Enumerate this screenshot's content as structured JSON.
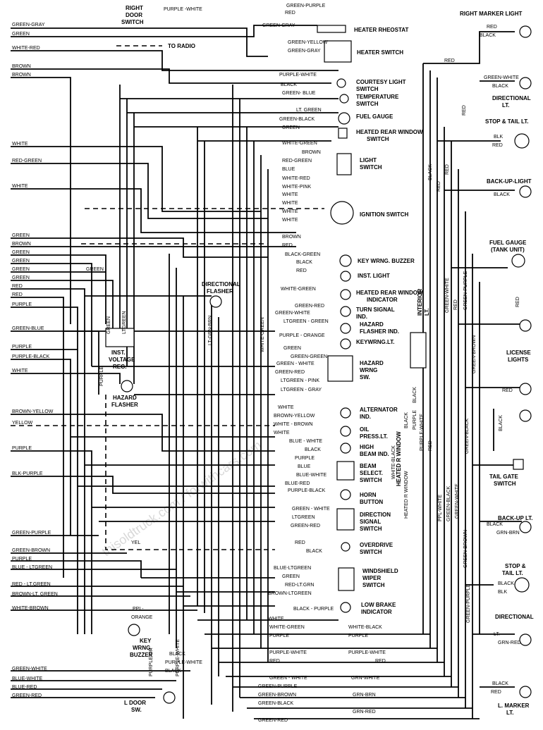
{
  "watermark": "thisoldtruck.com / forwithcars.com",
  "colors": {
    "wire": "#000000",
    "paper": "#ffffff"
  },
  "left_wires": [
    {
      "id": "w1",
      "label": "GREEN-GRAY"
    },
    {
      "id": "w2",
      "label": "GREEN"
    },
    {
      "id": "w3",
      "label": "WHITE-RED"
    },
    {
      "id": "w4",
      "label": "BROWN"
    },
    {
      "id": "w5",
      "label": "BROWN"
    },
    {
      "id": "w6",
      "label": "WHITE"
    },
    {
      "id": "w7",
      "label": "RED-GREEN"
    },
    {
      "id": "w8",
      "label": "WHITE"
    },
    {
      "id": "w9",
      "label": "GREEN"
    },
    {
      "id": "w10",
      "label": "BROWN"
    },
    {
      "id": "w11",
      "label": "GREEN"
    },
    {
      "id": "w12",
      "label": "GREEN"
    },
    {
      "id": "w13",
      "label": "GREEN"
    },
    {
      "id": "w14",
      "label": "GREEN"
    },
    {
      "id": "w15",
      "label": "RED"
    },
    {
      "id": "w16",
      "label": "RED"
    },
    {
      "id": "w17",
      "label": "PURPLE"
    },
    {
      "id": "w18",
      "label": "GREEN-BLUE"
    },
    {
      "id": "w19",
      "label": "PURPLE"
    },
    {
      "id": "w20",
      "label": "PURPLE-BLACK"
    },
    {
      "id": "w21",
      "label": "WHITE"
    },
    {
      "id": "w22",
      "label": "BROWN-YELLOW"
    },
    {
      "id": "w23",
      "label": "YELLOW"
    },
    {
      "id": "w24",
      "label": "PURPLE"
    },
    {
      "id": "w25",
      "label": "BLK-PURPLE"
    },
    {
      "id": "w26",
      "label": "GREEN-PURPLE"
    },
    {
      "id": "w27",
      "label": "GREEN-BROWN"
    },
    {
      "id": "w28",
      "label": "PURPLE"
    },
    {
      "id": "w29",
      "label": "BLUE - LTGREEN"
    },
    {
      "id": "w30",
      "label": "RED - LT.GREEN"
    },
    {
      "id": "w31",
      "label": "BROWN-LT. GREEN"
    },
    {
      "id": "w32",
      "label": "WHITE-BROWN"
    },
    {
      "id": "w33",
      "label": "GREEN-WHITE"
    },
    {
      "id": "w34",
      "label": "BLUE-WHITE"
    },
    {
      "id": "w35",
      "label": "BLUE-RED"
    },
    {
      "id": "w36",
      "label": "GREEN-RED"
    }
  ],
  "components": [
    {
      "id": "c1",
      "label": "HEATER RHEOSTAT"
    },
    {
      "id": "c2",
      "label": "HEATER SWITCH"
    },
    {
      "id": "c3",
      "label": "COURTESY LIGHT"
    },
    {
      "id": "c3b",
      "label": "SWITCH"
    },
    {
      "id": "c4",
      "label": "TEMPERATURE"
    },
    {
      "id": "c4b",
      "label": "SWITCH"
    },
    {
      "id": "c5",
      "label": "FUEL GAUGE"
    },
    {
      "id": "c6",
      "label": "HEATED REAR WINDOW"
    },
    {
      "id": "c6b",
      "label": "SWITCH"
    },
    {
      "id": "c7",
      "label": "LIGHT"
    },
    {
      "id": "c7b",
      "label": "SWITCH"
    },
    {
      "id": "c8",
      "label": "IGNITION SWITCH"
    },
    {
      "id": "c9",
      "label": "KEY WRNG. BUZZER"
    },
    {
      "id": "c10",
      "label": "INST. LIGHT"
    },
    {
      "id": "c11",
      "label": "HEATED REAR WINDOW"
    },
    {
      "id": "c11b",
      "label": "INDICATOR"
    },
    {
      "id": "c12",
      "label": "TURN SIGNAL"
    },
    {
      "id": "c12b",
      "label": "IND."
    },
    {
      "id": "c13",
      "label": "HAZARD"
    },
    {
      "id": "c13b",
      "label": "FLASHER IND."
    },
    {
      "id": "c14",
      "label": "KEYWRNG.LT."
    },
    {
      "id": "c15",
      "label": "HAZARD"
    },
    {
      "id": "c15b",
      "label": "WRNG"
    },
    {
      "id": "c15c",
      "label": "SW."
    },
    {
      "id": "c16",
      "label": "ALTERNATOR"
    },
    {
      "id": "c16b",
      "label": "IND."
    },
    {
      "id": "c17",
      "label": "OIL"
    },
    {
      "id": "c17b",
      "label": "PRESS.LT."
    },
    {
      "id": "c18",
      "label": "HIGH"
    },
    {
      "id": "c18b",
      "label": "BEAM IND."
    },
    {
      "id": "c19",
      "label": "BEAM"
    },
    {
      "id": "c19b",
      "label": "SELECT."
    },
    {
      "id": "c19c",
      "label": "SWITCH"
    },
    {
      "id": "c20",
      "label": "HORN"
    },
    {
      "id": "c20b",
      "label": "BUTTON"
    },
    {
      "id": "c21",
      "label": "DIRECTION"
    },
    {
      "id": "c21b",
      "label": "SIGNAL"
    },
    {
      "id": "c21c",
      "label": "SWITCH"
    },
    {
      "id": "c22",
      "label": "OVERDRIVE"
    },
    {
      "id": "c22b",
      "label": "SWITCH"
    },
    {
      "id": "c23",
      "label": "WINDSHIELD"
    },
    {
      "id": "c23b",
      "label": "WIPER"
    },
    {
      "id": "c23c",
      "label": "SWITCH"
    },
    {
      "id": "c24",
      "label": "LOW BRAKE"
    },
    {
      "id": "c24b",
      "label": "INDICATOR"
    },
    {
      "id": "c25",
      "label": "RIGHT"
    },
    {
      "id": "c25b",
      "label": "DOOR"
    },
    {
      "id": "c25c",
      "label": "SWITCH"
    },
    {
      "id": "c26",
      "label": "TO RADIO"
    },
    {
      "id": "c27",
      "label": "INST."
    },
    {
      "id": "c27b",
      "label": "VOLTAGE"
    },
    {
      "id": "c27c",
      "label": "REG."
    },
    {
      "id": "c28",
      "label": "HAZARD"
    },
    {
      "id": "c28b",
      "label": "FLASHER"
    },
    {
      "id": "c29",
      "label": "DIRECTIONAL"
    },
    {
      "id": "c29b",
      "label": "FLASHER"
    },
    {
      "id": "c30",
      "label": "KEY"
    },
    {
      "id": "c30b",
      "label": "WRNG."
    },
    {
      "id": "c30c",
      "label": "BUZZER"
    },
    {
      "id": "c31",
      "label": "L DOOR"
    },
    {
      "id": "c31b",
      "label": "SW."
    },
    {
      "id": "c32",
      "label": "RIGHT MARKER LIGHT"
    },
    {
      "id": "c33",
      "label": "DIRECTIONAL"
    },
    {
      "id": "c33b",
      "label": "LT."
    },
    {
      "id": "c34",
      "label": "STOP & TAIL LT."
    },
    {
      "id": "c35",
      "label": "BACK-UP-LIGHT"
    },
    {
      "id": "c36",
      "label": "FUEL GAUGE"
    },
    {
      "id": "c36b",
      "label": "(TANK UNIT)"
    },
    {
      "id": "c37",
      "label": "LICENSE"
    },
    {
      "id": "c37b",
      "label": "LIGHTS"
    },
    {
      "id": "c38",
      "label": "TAIL GATE"
    },
    {
      "id": "c38b",
      "label": "SWITCH"
    },
    {
      "id": "c39",
      "label": "BACK-UP LT."
    },
    {
      "id": "c40",
      "label": "STOP &"
    },
    {
      "id": "c40b",
      "label": "TAIL LT."
    },
    {
      "id": "c41",
      "label": "DIRECTIONAL"
    },
    {
      "id": "c42",
      "label": "L. MARKER"
    },
    {
      "id": "c42b",
      "label": "LT."
    },
    {
      "id": "c43",
      "label": "INTERIOR"
    },
    {
      "id": "c43b",
      "label": "LT."
    },
    {
      "id": "c44",
      "label": "HEATED R WINDOW"
    }
  ],
  "wire_labels": [
    {
      "id": "l1",
      "label": "PURPLE -WHITE"
    },
    {
      "id": "l2",
      "label": "GREEN-GRAY"
    },
    {
      "id": "l3",
      "label": "GREEN-YELLOW"
    },
    {
      "id": "l4",
      "label": "GREEN-GRAY"
    },
    {
      "id": "l5",
      "label": "PURPLE-WHITE"
    },
    {
      "id": "l6",
      "label": "BLACK"
    },
    {
      "id": "l7",
      "label": "GREEN- BLUE"
    },
    {
      "id": "l8",
      "label": "LT. GREEN"
    },
    {
      "id": "l9",
      "label": "GREEN-BLACK"
    },
    {
      "id": "l10",
      "label": "GREEN"
    },
    {
      "id": "l11",
      "label": "WHITE-GREEN"
    },
    {
      "id": "l12",
      "label": "BROWN"
    },
    {
      "id": "l13",
      "label": "RED-GREEN"
    },
    {
      "id": "l14",
      "label": "BLUE"
    },
    {
      "id": "l15",
      "label": "WHITE-RED"
    },
    {
      "id": "l16",
      "label": "WHITE-PINK"
    },
    {
      "id": "l17",
      "label": "WHITE"
    },
    {
      "id": "l18",
      "label": "WHITE"
    },
    {
      "id": "l19",
      "label": "WHITE"
    },
    {
      "id": "l20",
      "label": "WHITE"
    },
    {
      "id": "l21",
      "label": "BROWN"
    },
    {
      "id": "l22",
      "label": "RED"
    },
    {
      "id": "l23",
      "label": "BLACK-GREEN"
    },
    {
      "id": "l24",
      "label": "BLACK"
    },
    {
      "id": "l25",
      "label": "RED"
    },
    {
      "id": "l26",
      "label": "WHITE-GREEN"
    },
    {
      "id": "l27",
      "label": "GREEN-RED"
    },
    {
      "id": "l28",
      "label": "GREEN-WHITE"
    },
    {
      "id": "l29",
      "label": "LTGREEN - GREEN"
    },
    {
      "id": "l30",
      "label": "PURPLE - ORANGE"
    },
    {
      "id": "l31",
      "label": "GREEN"
    },
    {
      "id": "l32",
      "label": "GREEN-GREEN"
    },
    {
      "id": "l33",
      "label": "GREEN - WHITE"
    },
    {
      "id": "l34",
      "label": "GREEN-RED"
    },
    {
      "id": "l35",
      "label": "LTGREEN - PINK"
    },
    {
      "id": "l36",
      "label": "LTGREEN - GRAY"
    },
    {
      "id": "l37",
      "label": "WHITE"
    },
    {
      "id": "l38",
      "label": "BROWN-YELLOW"
    },
    {
      "id": "l39",
      "label": "WHITE - BROWN"
    },
    {
      "id": "l40",
      "label": "WHITE"
    },
    {
      "id": "l41",
      "label": "BLUE - WHITE"
    },
    {
      "id": "l42",
      "label": "BLACK"
    },
    {
      "id": "l43",
      "label": "PURPLE"
    },
    {
      "id": "l44",
      "label": "BLUE"
    },
    {
      "id": "l45",
      "label": "BLUE-WHITE"
    },
    {
      "id": "l46",
      "label": "BLUE-RED"
    },
    {
      "id": "l47",
      "label": "PURPLE-BLACK"
    },
    {
      "id": "l48",
      "label": "GREEN - WHITE"
    },
    {
      "id": "l49",
      "label": "LTGREEN"
    },
    {
      "id": "l50",
      "label": "GREEN-RED"
    },
    {
      "id": "l51",
      "label": "RED"
    },
    {
      "id": "l52",
      "label": "BLACK"
    },
    {
      "id": "l53",
      "label": "BLUE-LTGREEN"
    },
    {
      "id": "l54",
      "label": "GREEN"
    },
    {
      "id": "l55",
      "label": "RED-LT.GRN"
    },
    {
      "id": "l56",
      "label": "BROWN-LTGREEN"
    },
    {
      "id": "l57",
      "label": "BLACK - PURPLE"
    },
    {
      "id": "l58",
      "label": "WHITE"
    },
    {
      "id": "l59",
      "label": "WHITE-GREEN"
    },
    {
      "id": "l60",
      "label": "WHITE-BLACK"
    },
    {
      "id": "l61",
      "label": "PURPLE"
    },
    {
      "id": "l62",
      "label": "PURPLE"
    },
    {
      "id": "l63",
      "label": "PURPLE-WHITE"
    },
    {
      "id": "l64",
      "label": "PURPLE-WHITE"
    },
    {
      "id": "l65",
      "label": "RED"
    },
    {
      "id": "l66",
      "label": "RED"
    },
    {
      "id": "l67",
      "label": "GREEN - WHITE"
    },
    {
      "id": "l68",
      "label": "GRN-WHITE"
    },
    {
      "id": "l69",
      "label": "GREEN-PURPLE"
    },
    {
      "id": "l70",
      "label": "GREEN-BROWN"
    },
    {
      "id": "l71",
      "label": "GRN-BRN"
    },
    {
      "id": "l72",
      "label": "GREEN-BLACK"
    },
    {
      "id": "l73",
      "label": "GREEN-RED"
    },
    {
      "id": "l74",
      "label": "GRN-RED"
    },
    {
      "id": "l75",
      "label": "GREEN"
    },
    {
      "id": "l76",
      "label": "GREEN"
    },
    {
      "id": "l77",
      "label": "LTGREEN"
    },
    {
      "id": "l78",
      "label": "PURPLE"
    },
    {
      "id": "l79",
      "label": "LT-GRN-BRN"
    },
    {
      "id": "l80",
      "label": "WHITE-GREEN"
    },
    {
      "id": "l81",
      "label": "YEL"
    },
    {
      "id": "l82",
      "label": "PPL-"
    },
    {
      "id": "l83",
      "label": "ORANGE"
    },
    {
      "id": "l84",
      "label": "PURPLE-OR"
    },
    {
      "id": "l85",
      "label": "PURPLE-WHITE"
    },
    {
      "id": "l86",
      "label": "BLACK"
    },
    {
      "id": "l87",
      "label": "PURPLE"
    },
    {
      "id": "l88",
      "label": "BLACK"
    },
    {
      "id": "l89",
      "label": "PURPLE-WHITE"
    },
    {
      "id": "l90",
      "label": "RED"
    },
    {
      "id": "l91",
      "label": "HEATED R WINDOW"
    },
    {
      "id": "l92",
      "label": "WHITE-BLACK"
    },
    {
      "id": "l93",
      "label": "RED"
    },
    {
      "id": "l94",
      "label": "BLACK"
    },
    {
      "id": "l95",
      "label": "RED"
    },
    {
      "id": "l96",
      "label": "GREEN-WHITE"
    },
    {
      "id": "l97",
      "label": "BLACK"
    },
    {
      "id": "l98",
      "label": "RED"
    },
    {
      "id": "l99",
      "label": "BLK"
    },
    {
      "id": "l100",
      "label": "RED"
    },
    {
      "id": "l101",
      "label": "BLACK"
    },
    {
      "id": "l102",
      "label": "RED"
    },
    {
      "id": "l103",
      "label": "BLACK"
    },
    {
      "id": "l104",
      "label": "RED"
    },
    {
      "id": "l105",
      "label": "BLACK"
    },
    {
      "id": "l106",
      "label": "GRN-BRN"
    },
    {
      "id": "l107",
      "label": "BLACK"
    },
    {
      "id": "l108",
      "label": "BLK"
    },
    {
      "id": "l109",
      "label": "LT."
    },
    {
      "id": "l110",
      "label": "GRN-RED"
    },
    {
      "id": "l111",
      "label": "BLACK"
    },
    {
      "id": "l112",
      "label": "RED"
    },
    {
      "id": "l113",
      "label": "BLACK"
    },
    {
      "id": "l114",
      "label": "RED"
    },
    {
      "id": "l115",
      "label": "RED"
    },
    {
      "id": "l116",
      "label": "GREEN-WHITE"
    },
    {
      "id": "l117",
      "label": "RED"
    },
    {
      "id": "l118",
      "label": "GREEN-PURPLE"
    },
    {
      "id": "l119",
      "label": "GREEN-BROWN"
    },
    {
      "id": "l120",
      "label": "GREEN-BLACK"
    },
    {
      "id": "l121",
      "label": "PPL-WHITE"
    },
    {
      "id": "l122",
      "label": "GREEN-BLACK"
    },
    {
      "id": "l123",
      "label": "GREEN-WHITE"
    },
    {
      "id": "l124",
      "label": "GREEN-PURPLE"
    },
    {
      "id": "l125",
      "label": "GREEN-BROWN"
    },
    {
      "id": "l126",
      "label": "GREEN-PURPLE"
    },
    {
      "id": "l127",
      "label": "RED"
    },
    {
      "id": "l128",
      "label": "BLACK"
    },
    {
      "id": "l129",
      "label": "PURPLE-WHITE"
    },
    {
      "id": "l130",
      "label": "BLACK"
    },
    {
      "id": "l131",
      "label": "RED"
    }
  ]
}
